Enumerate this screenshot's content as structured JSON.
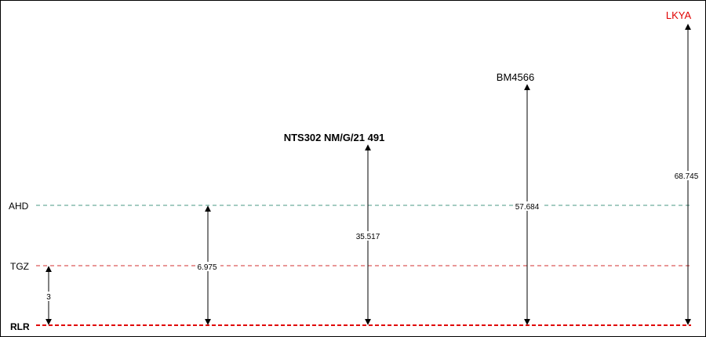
{
  "colors": {
    "ahd_line": "#4a9a86",
    "tgz_line": "#d32f2f",
    "rlr_line": "#e00000",
    "lkya_label": "#e00000",
    "arrow": "#000000"
  },
  "datums": {
    "ahd": {
      "label": "AHD"
    },
    "tgz": {
      "label": "TGZ"
    },
    "rlr": {
      "label": "RLR"
    }
  },
  "points": {
    "tgz_offset": {
      "value": "3"
    },
    "ahd_offset": {
      "value": "6.975"
    },
    "nts302": {
      "label": "NTS302 NM/G/21 491",
      "value": "35.517"
    },
    "bm4566": {
      "label": "BM4566",
      "value": "57.684"
    },
    "lkya": {
      "label": "LKYA",
      "value": "68.745"
    }
  }
}
